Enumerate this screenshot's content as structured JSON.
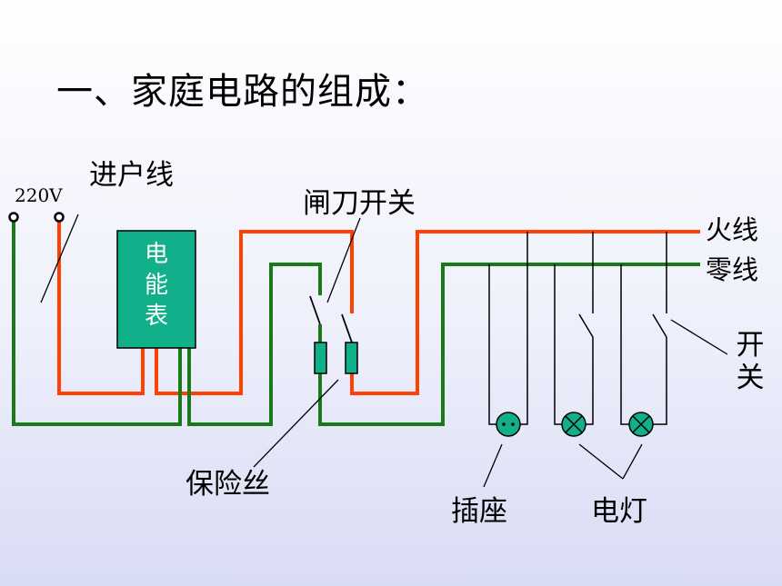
{
  "title": "一、家庭电路的组成：",
  "labels": {
    "service_line": "进户线",
    "voltage": "220V",
    "knife_switch": "闸刀开关",
    "live_wire": "火线",
    "neutral_wire": "零线",
    "meter": [
      "电",
      "能",
      "表"
    ],
    "switch": [
      "开",
      "关"
    ],
    "fuse": "保险丝",
    "socket": "插座",
    "lamp": "电灯"
  },
  "colors": {
    "live": "#ff4000",
    "neutral": "#1a7a1a",
    "component_fill": "#12b08a",
    "component_text": "#ffffff",
    "branch": "#000000"
  }
}
